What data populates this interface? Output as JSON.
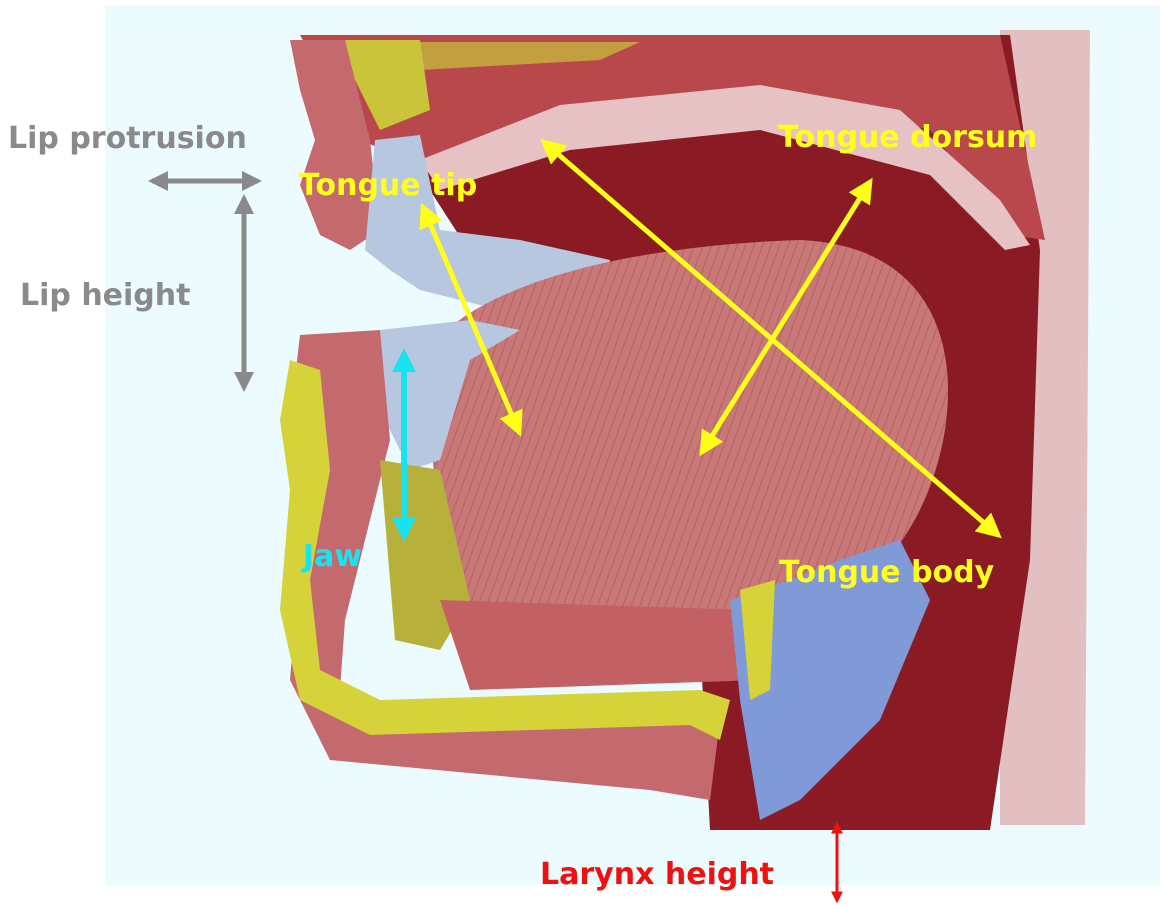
{
  "labels": {
    "lip_protrusion": "Lip protrusion",
    "lip_height": "Lip height",
    "tongue_tip": "Tongue tip",
    "tongue_dorsum": "Tongue dorsum",
    "tongue_body": "Tongue body",
    "jaw": "Jaw",
    "larynx_height": "Larynx height"
  },
  "colors": {
    "background": "#ecfbfe",
    "gray_arrow": "#8a8a8a",
    "yellow_arrow": "#ffff1a",
    "cyan_arrow": "#19e3f0",
    "red_arrow": "#f01010",
    "bone_yellow": "#c9c43a",
    "muscle": "#b8484c",
    "tongue": "#c97878",
    "cavity": "#8a1b24",
    "teeth": "#b7c7e0"
  }
}
